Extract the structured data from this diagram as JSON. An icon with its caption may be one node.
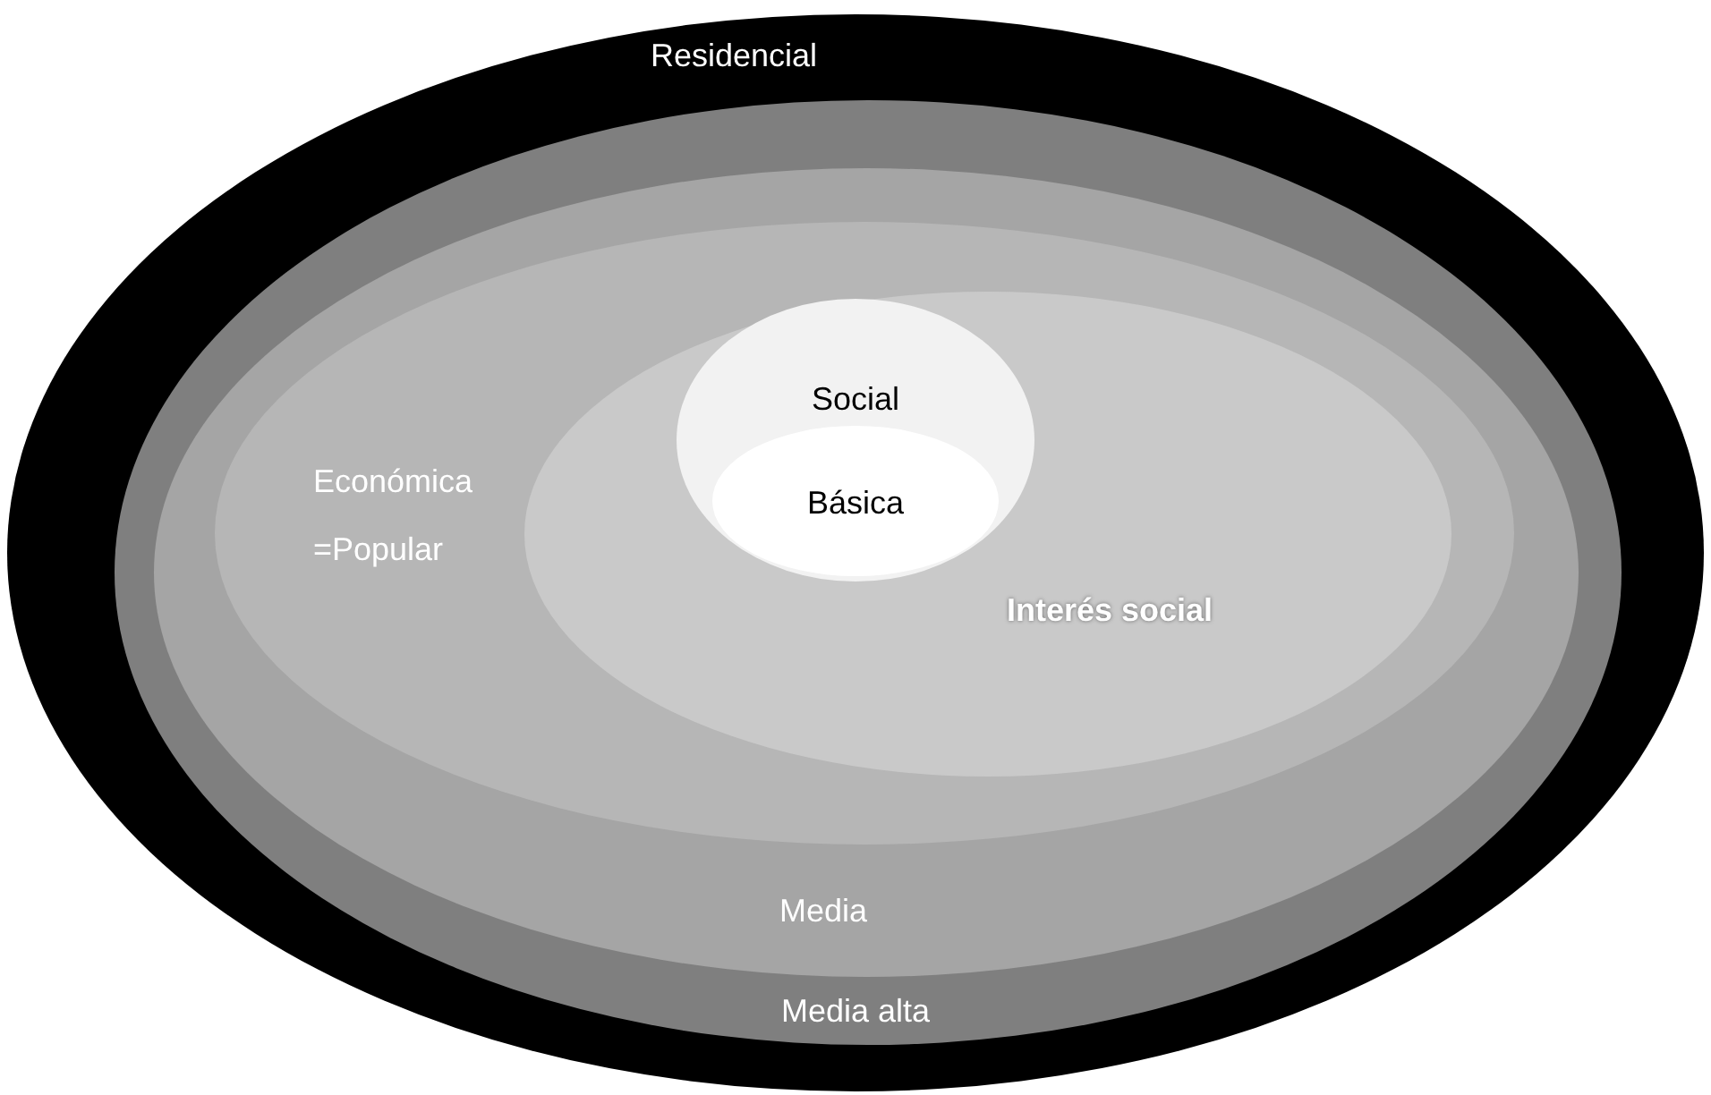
{
  "diagram": {
    "nodes": [
      {
        "text": [
          "Residencial"
        ]
      },
      {
        "text": [
          "Media alta"
        ],
        "in": 0
      },
      {
        "text": [
          "Media"
        ],
        "in": 1
      },
      {
        "text": [
          "Económica =Popular"
        ],
        "in": 2
      },
      {
        "text": [
          "Interés social"
        ],
        "in": 3
      },
      {
        "text": [
          "Social"
        ],
        "in": 4
      },
      {
        "text": [
          "Básica"
        ],
        "in": 5
      }
    ]
  }
}
